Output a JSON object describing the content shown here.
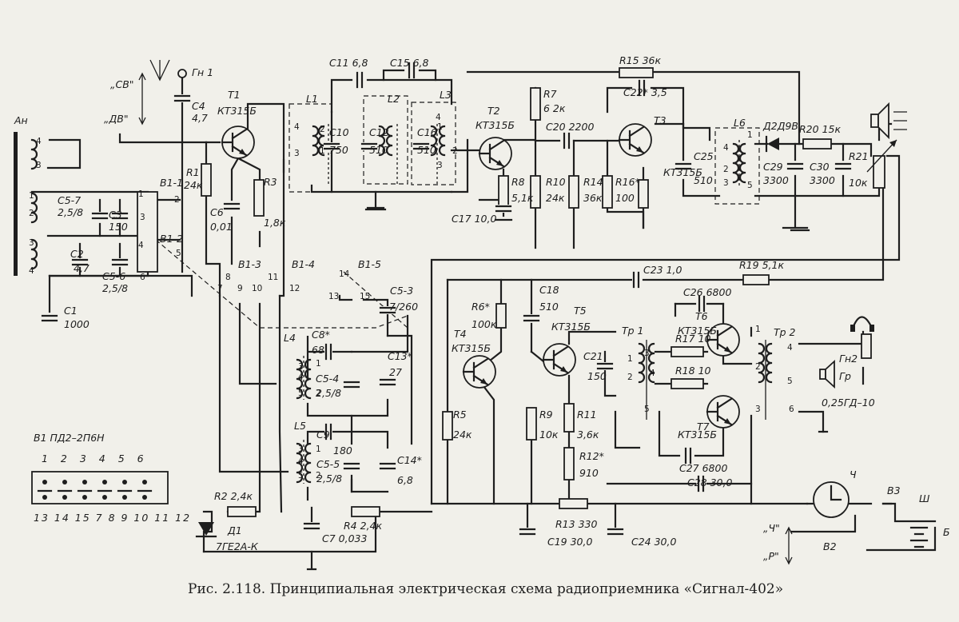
{
  "caption": "Рис. 2.118. Принципиальная электрическая схема радиоприемника «Сигнал-402»",
  "switch_spec": {
    "title": "В1 ПД2–2П6Н",
    "top_numbers": "1 2 3 4 5 6",
    "bottom_numbers": "13 14 15 7 8 9 10 11 12"
  },
  "band_labels": {
    "sv": "„СВ\"",
    "dv": "„ДВ\""
  },
  "mode_labels": {
    "ch": "„Ч\"",
    "r": "„Р\""
  },
  "components": {
    "gn1": "Гн 1",
    "an": "Ан",
    "c4": "С4",
    "c4v": "4,7",
    "t1": "Т1",
    "t1t": "КТ315Б",
    "r1": "R1",
    "r1v": "24к",
    "b11": "В1-1",
    "b12": "В1-2",
    "b13": "В1-3",
    "b14": "В1-4",
    "b15": "В1-5",
    "c57": "С5-7",
    "c57v": "2,5/8",
    "c3": "С3",
    "c3v": "150",
    "c2": "С2",
    "c2v": "4,7",
    "c56": "С5-6",
    "c56v": "2,5/8",
    "c1": "С1",
    "c1v": "1000",
    "c6": "С6",
    "c6v": "0,01",
    "r3": "R3",
    "r3v": "1,8к",
    "l1": "L1",
    "l2": "L2",
    "l3": "L3",
    "c11": "С11 6,8",
    "c15": "С15 6,8",
    "c10": "С10",
    "c10v": "750",
    "c12": "С12",
    "c12v": "510",
    "c16": "С16",
    "c16v": "510",
    "t2": "Т2",
    "t2t": "КТ315Б",
    "r7": "R7",
    "r7v": "6 2к",
    "c20": "С20 2200",
    "r8": "R8",
    "r8v": "5,1к",
    "c17": "С17 10,0",
    "r10": "R10",
    "r10v": "24к",
    "r14": "R14",
    "r14v": "36к",
    "r16": "R16*",
    "r16v": "100",
    "r15": "R15 36к",
    "c22": "С22* 3,5",
    "t3": "Т3",
    "t3t": "КТ315Б",
    "c25": "С25",
    "c25v": "510",
    "l6": "L6",
    "d2": "Д2Д9В",
    "r20": "R20 15к",
    "c29": "С29",
    "c29v": "3300",
    "c30": "С30",
    "c30v": "3300",
    "r21": "R21",
    "r21v": "10к",
    "c23": "С23 1,0",
    "r19": "R19 5,1к",
    "c26": "С26 6800",
    "c18": "С18",
    "c18v": "510",
    "r6": "R6*",
    "r6v": "100к",
    "t4": "Т4",
    "t4t": "КТ315Б",
    "t5": "Т5",
    "t5t": "КТ315Б",
    "c21": "С21",
    "c21v": "150",
    "tr1": "Тр 1",
    "r17": "R17 10",
    "r18": "R18 10",
    "t6": "Т6",
    "t6t": "КТ315Б",
    "t7": "Т7",
    "t7t": "КТ315Б",
    "tr2": "Тр 2",
    "gn2": "Гн2",
    "gr": "Гр",
    "grt": "0,25ГД–10",
    "c27": "С27 6800",
    "c28": "С28 30,0",
    "r5": "R5",
    "r5v": "24к",
    "r9": "R9",
    "r9v": "10к",
    "r11": "R11",
    "r11v": "3,6к",
    "r12": "R12*",
    "r12v": "910",
    "r13": "R13 330",
    "c19": "С19 30,0",
    "c24": "С24 30,0",
    "ch": "Ч",
    "v2": "В2",
    "v3": "В3",
    "sh": "Ш",
    "b": "Б",
    "l4": "L4",
    "l5": "L5",
    "c8": "С8*",
    "c8v": "68",
    "c13": "С13*",
    "c13v": "27",
    "c54": "С5-4",
    "c54v": "2,5/8",
    "c9": "С9",
    "c9v": "180",
    "c55": "С5-5",
    "c55v": "2,5/8",
    "c14": "С14*",
    "c14v": "6,8",
    "c53": "С5-3",
    "c53v": "7/260",
    "r2": "R2 2,4к",
    "d1": "Д1",
    "d1t": "7ГЕ2А-К",
    "c7": "С7 0,033",
    "r4": "R4 2,4к"
  }
}
